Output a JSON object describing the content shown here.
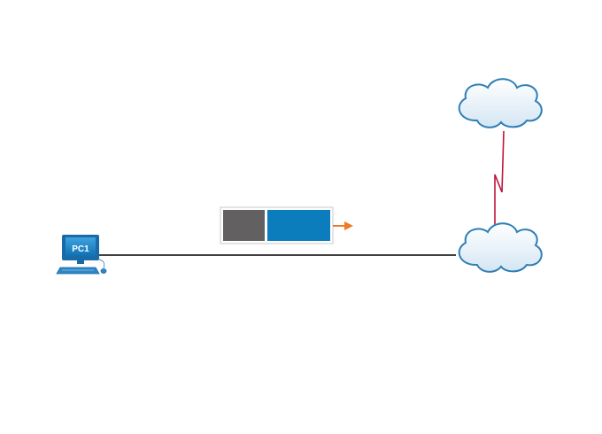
{
  "devices": {
    "pc": {
      "label": "PC1",
      "icon": "desktop-computer-icon",
      "color": "#1a7fc1"
    },
    "clouds": [
      {
        "name": "cloud-upper",
        "icon": "cloud-icon"
      },
      {
        "name": "cloud-lower",
        "icon": "cloud-icon"
      }
    ]
  },
  "links": [
    {
      "name": "ethernet-link",
      "from": "PC1",
      "to": "cloud-lower",
      "style": "straight",
      "color": "#000000"
    },
    {
      "name": "serial-link",
      "from": "cloud-lower",
      "to": "cloud-upper",
      "style": "lightning",
      "color": "#c0143c"
    }
  ],
  "packet": {
    "segments": [
      {
        "name": "header",
        "color": "#636062"
      },
      {
        "name": "payload",
        "color": "#0b7cbc"
      }
    ],
    "arrow_color": "#ee7b22",
    "direction": "right"
  }
}
